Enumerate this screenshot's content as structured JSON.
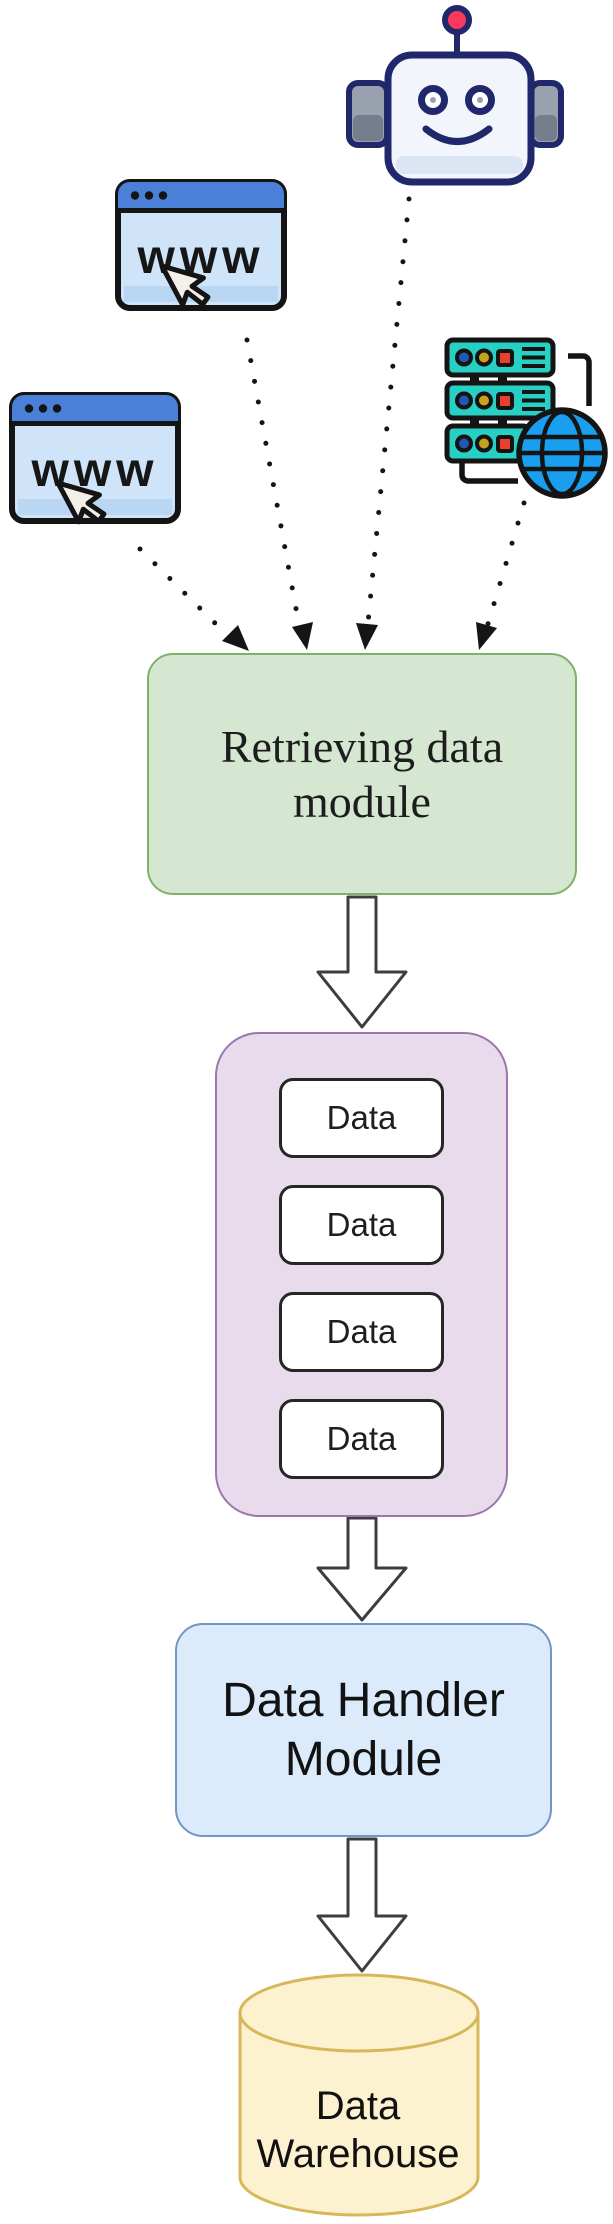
{
  "icons": {
    "robot": "robot-icon",
    "browser_top": "web-browser-icon",
    "browser_bottom": "web-browser-icon",
    "server": "server-globe-icon",
    "cylinder": "database-cylinder-shape"
  },
  "browser_top": {
    "address_text": "www"
  },
  "browser_bottom": {
    "address_text": "www"
  },
  "nodes": {
    "retrieving": {
      "line1": "Retrieving data",
      "line2": "module",
      "fill": "#d6e7d1",
      "border": "#7eb169"
    },
    "buffer": {
      "items": [
        "Data",
        "Data",
        "Data",
        "Data"
      ],
      "fill": "#e8dbec",
      "border": "#9b77ad",
      "item_fill": "#ffffff",
      "item_border": "#262626"
    },
    "handler": {
      "line1": "Data Handler",
      "line2": "Module",
      "fill": "#dcebfc",
      "border": "#7295c4"
    },
    "warehouse": {
      "line1": "Data",
      "line2": "Warehouse",
      "fill": "#fdf2cf",
      "border": "#d8b75b"
    }
  },
  "connector_colors": {
    "dotted_line": "#151515",
    "block_arrow_fill": "#ffffff",
    "block_arrow_stroke": "#3d3d3d"
  }
}
